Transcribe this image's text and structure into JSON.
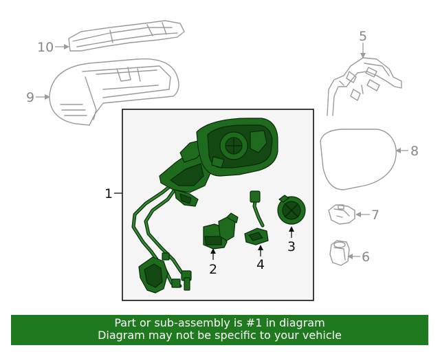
{
  "callouts": {
    "c1": "1",
    "c2": "2",
    "c3": "3",
    "c4": "4",
    "c5": "5",
    "c6": "6",
    "c7": "7",
    "c8": "8",
    "c9": "9",
    "c10": "10"
  },
  "banner": {
    "line1": "Part or sub-assembly is #1 in diagram",
    "line2": "Diagram may not be specific to your vehicle"
  },
  "colors": {
    "highlight": "#1e6b1e",
    "banner_bg": "#1f7a1f",
    "ghost_lines": "#9a9a9a",
    "frame_bg": "#f5f5f5"
  }
}
